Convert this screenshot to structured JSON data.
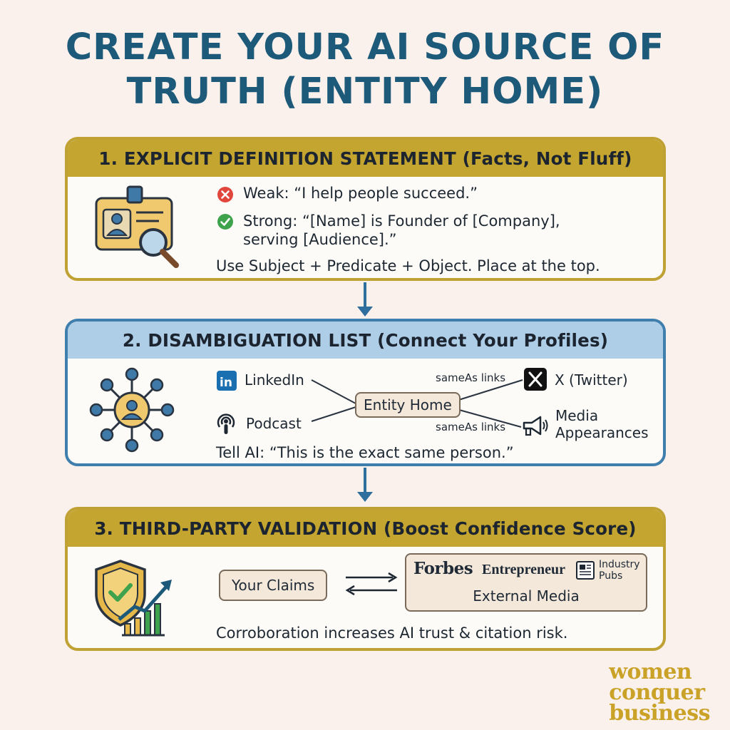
{
  "title": {
    "line1": "CREATE YOUR AI SOURCE OF",
    "line2": "TRUTH (ENTITY HOME)"
  },
  "card1": {
    "header": "1. EXPLICIT DEFINITION STATEMENT (Facts, Not Fluff)",
    "weak": "Weak: “I help people succeed.”",
    "strong_line1": "Strong: “[Name] is Founder of [Company],",
    "strong_line2": "serving [Audience].”",
    "note": "Use Subject + Predicate + Object. Place at the top."
  },
  "card2": {
    "header": "2. DISAMBIGUATION LIST (Connect Your Profiles)",
    "linkedin": "LinkedIn",
    "podcast": "Podcast",
    "entity_home": "Entity Home",
    "sameas_top": "sameAs links",
    "sameas_bottom": "sameAs links",
    "twitter": "X (Twitter)",
    "media_line1": "Media",
    "media_line2": "Appearances",
    "note": "Tell AI: “This is the exact same person.”"
  },
  "card3": {
    "header": "3. THIRD-PARTY VALIDATION (Boost Confidence Score)",
    "your_claims": "Your Claims",
    "forbes": "Forbes",
    "entrepreneur": "Entrepreneur",
    "industry_line1": "Industry",
    "industry_line2": "Pubs",
    "external_media": "External Media",
    "note": "Corroboration increases AI trust & citation risk."
  },
  "brand": {
    "line1": "women",
    "line2": "conquer",
    "line3": "business"
  },
  "colors": {
    "title": "#1d5a7a",
    "gold": "#c3a52f",
    "blue": "#aecde6",
    "accent": "#c9a227"
  }
}
